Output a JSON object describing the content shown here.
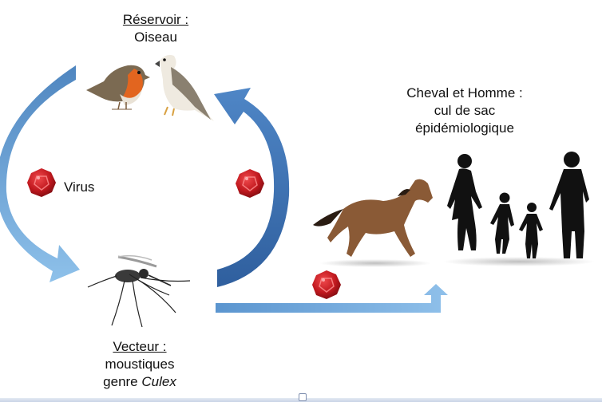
{
  "reservoir": {
    "title": "Réservoir :",
    "subtitle": "Oiseau",
    "icons": [
      "robin-bird-icon",
      "falcon-bird-icon"
    ]
  },
  "virus": {
    "label": "Virus",
    "icon": "virus-particle-icon"
  },
  "vector": {
    "title": "Vecteur :",
    "line2": "moustiques",
    "line3_prefix": "genre ",
    "line3_italic": "Culex",
    "icon": "mosquito-icon"
  },
  "dead_end_hosts": {
    "line1": "Cheval et Homme :",
    "line2": "cul de sac",
    "line3": "épidémiologique",
    "icons": [
      "horse-icon",
      "human-family-icon"
    ]
  },
  "colors": {
    "arrow_light": "#6fa5d8",
    "arrow_dark": "#3d6fb0",
    "virus_red": "#c0181e",
    "silhouette": "#111111"
  }
}
